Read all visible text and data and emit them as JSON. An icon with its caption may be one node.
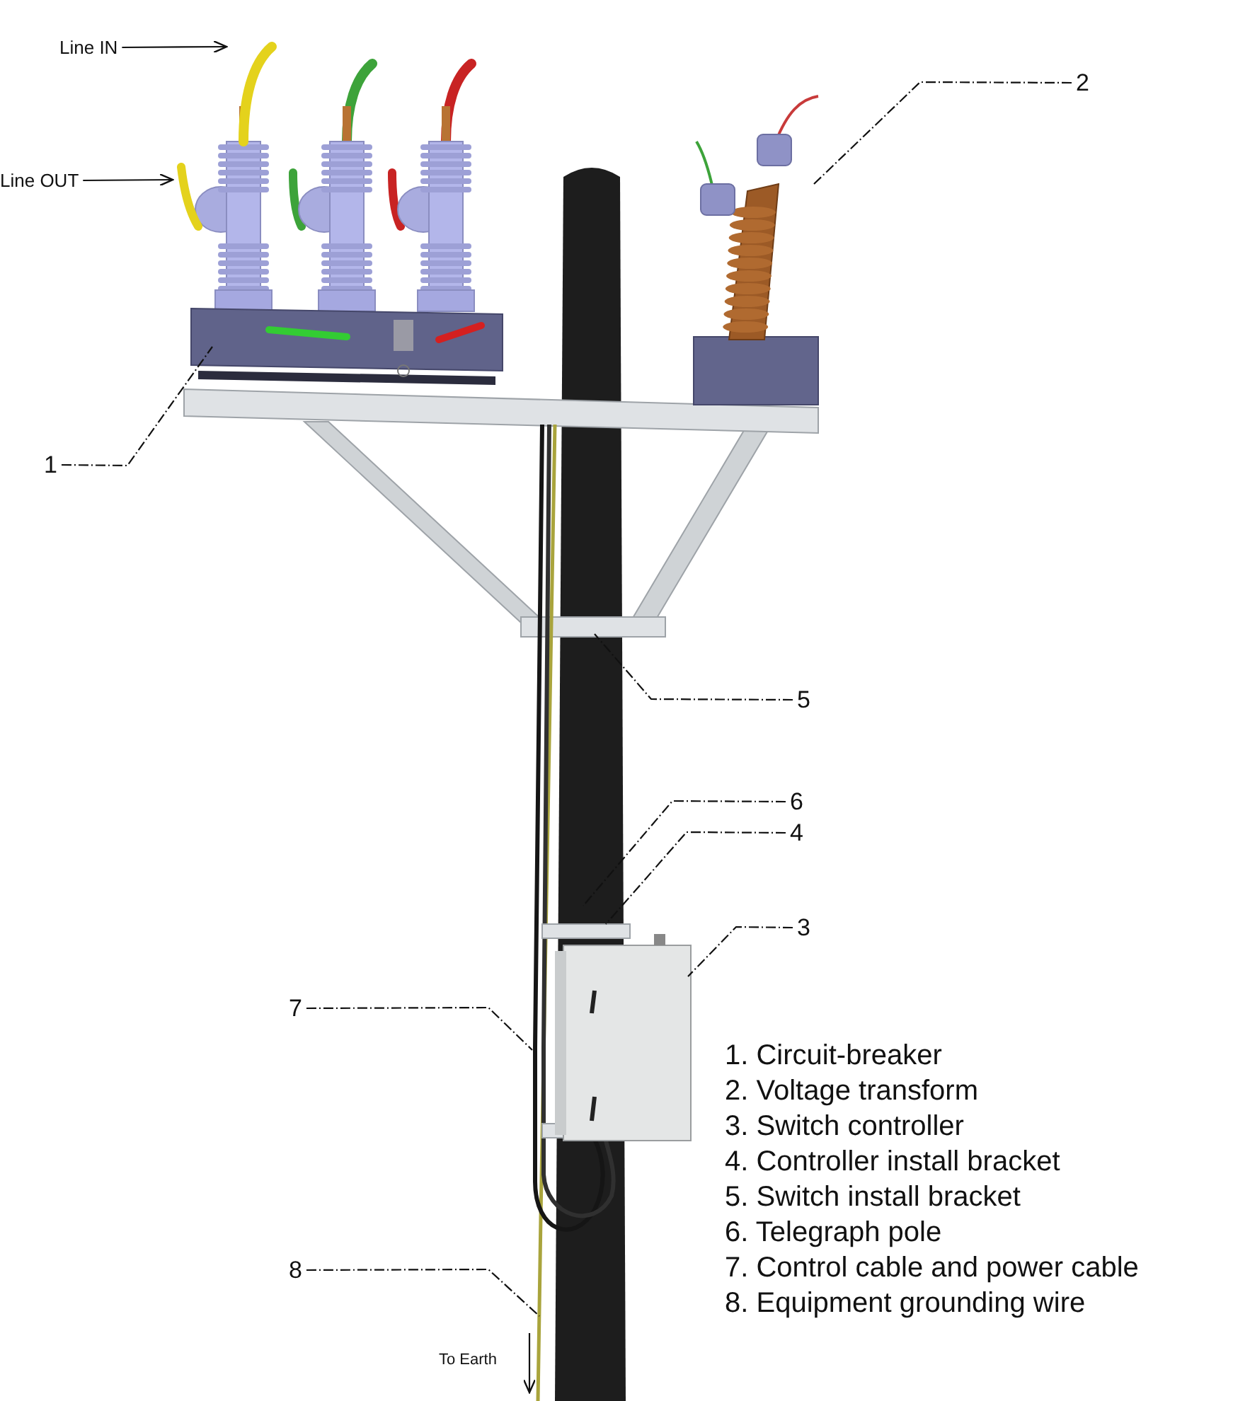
{
  "diagram": {
    "nodes": [
      {
        "text": [
          "Line IN"
        ]
      },
      {
        "text": [
          "Line OUT"
        ]
      },
      {
        "text": [
          "1"
        ]
      },
      {
        "text": [
          "2"
        ]
      },
      {
        "text": [
          "3"
        ]
      },
      {
        "text": [
          "4"
        ]
      },
      {
        "text": [
          "5"
        ]
      },
      {
        "text": [
          "6"
        ]
      },
      {
        "text": [
          "7"
        ]
      },
      {
        "text": [
          "8"
        ]
      },
      {
        "text": [],
        "shape": "picture"
      },
      {
        "text": [],
        "shape": "picture"
      },
      {
        "text": [],
        "shape": "picture"
      },
      {
        "text": [],
        "shape": "picture"
      },
      {
        "text": [],
        "shape": "picture"
      },
      {
        "text": [],
        "shape": "picture"
      },
      {
        "text": [],
        "shape": "picture"
      },
      {
        "text": [],
        "shape": "picture"
      },
      {
        "text": [],
        "shape": "picture"
      },
      {
        "text": [],
        "shape": "picture"
      }
    ],
    "edges": [
      {
        "from": 0,
        "to": 10,
        "arrow": "to"
      },
      {
        "from": 1,
        "to": 11,
        "arrow": "to"
      },
      {
        "from": 2,
        "to": 12,
        "arrow": "none",
        "style": "dashed"
      },
      {
        "from": 3,
        "to": 13,
        "arrow": "none",
        "style": "dashed"
      },
      {
        "from": 4,
        "to": 17,
        "arrow": "none",
        "style": "dashed"
      },
      {
        "from": 5,
        "to": 16,
        "arrow": "none",
        "style": "dashed"
      },
      {
        "from": 6,
        "to": 14,
        "arrow": "none",
        "style": "dashed"
      },
      {
        "from": 7,
        "to": 15,
        "arrow": "none",
        "style": "dashed"
      },
      {
        "from": 8,
        "to": 18,
        "arrow": "none",
        "style": "dashed"
      },
      {
        "from": 9,
        "to": 19,
        "arrow": "none",
        "style": "dashed"
      }
    ],
    "labels": [
      "1.  Circuit-breaker",
      "2.  Voltage transform",
      "3.  Switch controller",
      "4.  Controller install bracket",
      "5.  Switch install bracket",
      "6.  Telegraph pole",
      "7.  Control cable and power cable",
      "8.  Equipment grounding wire",
      "To Earth"
    ]
  }
}
